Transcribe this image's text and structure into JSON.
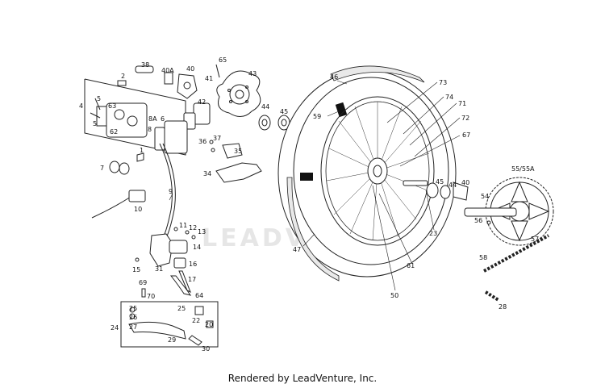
{
  "watermark": "LEADVENTURE",
  "footer": {
    "text": "Rendered by LeadVenture, Inc."
  },
  "callouts": {
    "38": "38",
    "2": "2",
    "40A": "40A",
    "40": "40",
    "65": "65",
    "41": "41",
    "43": "43",
    "4": "4",
    "5": "5",
    "63": "63",
    "62": "62",
    "42": "42",
    "8A": "8A",
    "6": "6",
    "8": "8",
    "44": "44",
    "45": "45",
    "36": "36",
    "37": "37",
    "35": "35",
    "7": "7",
    "1": "1",
    "34": "34",
    "9": "9",
    "10": "10",
    "11": "11",
    "12": "12",
    "13": "13",
    "14": "14",
    "15": "15",
    "31": "31",
    "16": "16",
    "17": "17",
    "69": "69",
    "70": "70",
    "64": "64",
    "25": "25",
    "26": "26",
    "22": "22",
    "20": "20",
    "24": "24",
    "27": "27",
    "29": "29",
    "30": "30",
    "46": "46",
    "73": "73",
    "74": "74",
    "71": "71",
    "72": "72",
    "67": "67",
    "59": "59",
    "47": "47",
    "50": "50",
    "61": "61",
    "23": "23",
    "55_55A": "55/55A",
    "54": "54",
    "56": "56",
    "57": "57",
    "58": "58",
    "28": "28"
  }
}
